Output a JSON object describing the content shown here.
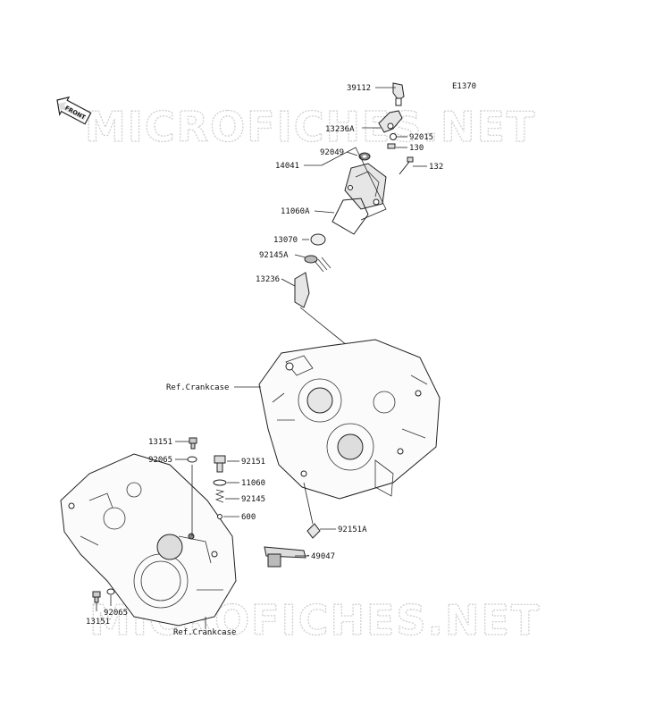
{
  "diagram": {
    "code": "E1370",
    "watermark": "MICROFICHES.NET",
    "front_tag": "FRONT",
    "labels": {
      "p39112": "39112",
      "p13236A": "13236A",
      "p92015": "92015",
      "p130": "130",
      "p92049": "92049",
      "p132": "132",
      "p14041": "14041",
      "p11060A": "11060A",
      "p13070": "13070",
      "p92145A": "92145A",
      "p13236": "13236",
      "ref_crankcase_1": "Ref.Crankcase",
      "p13151_top": "13151",
      "p92065_top": "92065",
      "p92151": "92151",
      "p11060": "11060",
      "p92145": "92145",
      "p600": "600",
      "p92151A": "92151A",
      "p49047": "49047",
      "p92065_bottom": "92065",
      "p13151_bottom": "13151",
      "ref_crankcase_2": "Ref.Crankcase"
    }
  }
}
